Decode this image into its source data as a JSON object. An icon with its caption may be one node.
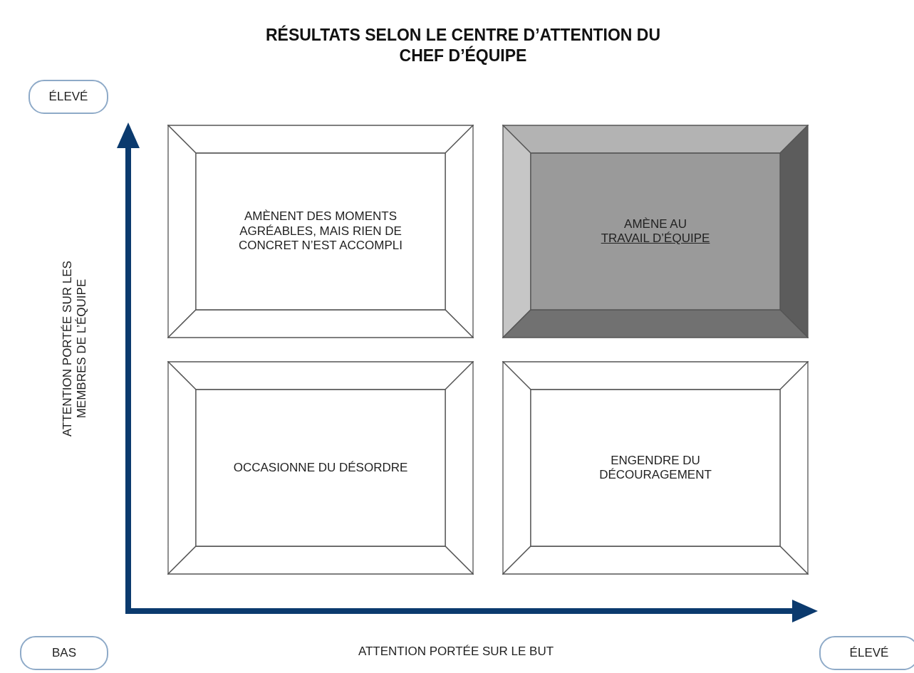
{
  "diagram": {
    "title": "RÉSULTATS SELON LE CENTRE D’ATTENTION DU CHEF D’ÉQUIPE",
    "nodes": [
      {
        "text": [
          "ÉLEVÉ"
        ]
      },
      {
        "text": [
          "AMÈNENT DES MOMENTS AGRÉABLES, MAIS RIEN DE CONCRET N’EST ACCOMPLI"
        ]
      },
      {
        "text": [
          "AMÈNE AU",
          "TRAVAIL D’ÉQUIPE"
        ]
      },
      {
        "text": [
          "OCCASIONNE DU DÉSORDRE"
        ]
      },
      {
        "text": [
          "ENGENDRE DU DÉCOURAGEMENT"
        ]
      },
      {
        "text": [
          "BAS"
        ]
      },
      {
        "text": [
          "ÉLEVÉ"
        ]
      }
    ],
    "edges": [],
    "labels": [
      "ATTENTION PORTÉE SUR LES MEMBRES DE L’ÉQUIPE",
      "ATTENTION PORTÉE SUR LE BUT"
    ]
  }
}
